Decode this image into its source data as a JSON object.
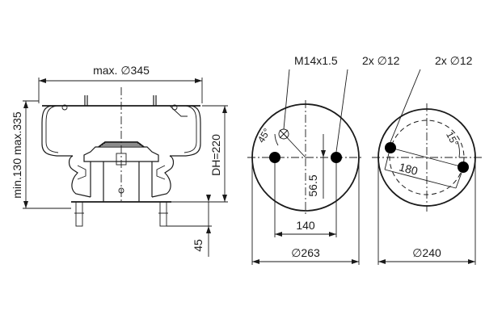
{
  "side_view": {
    "dia_top": "max. ∅345",
    "height_range": "min.130 max.335",
    "design_height": "DH=220",
    "stud_length": "45"
  },
  "top_plate_view": {
    "thread": "M14x1.5",
    "holes": "2x ∅12",
    "angle": "45°",
    "center_offset": "56.5",
    "hole_spacing": "140",
    "diameter": "∅263"
  },
  "bottom_plate_view": {
    "holes": "2x ∅12",
    "angle": "15°",
    "hole_spacing": "180",
    "diameter": "∅240"
  }
}
